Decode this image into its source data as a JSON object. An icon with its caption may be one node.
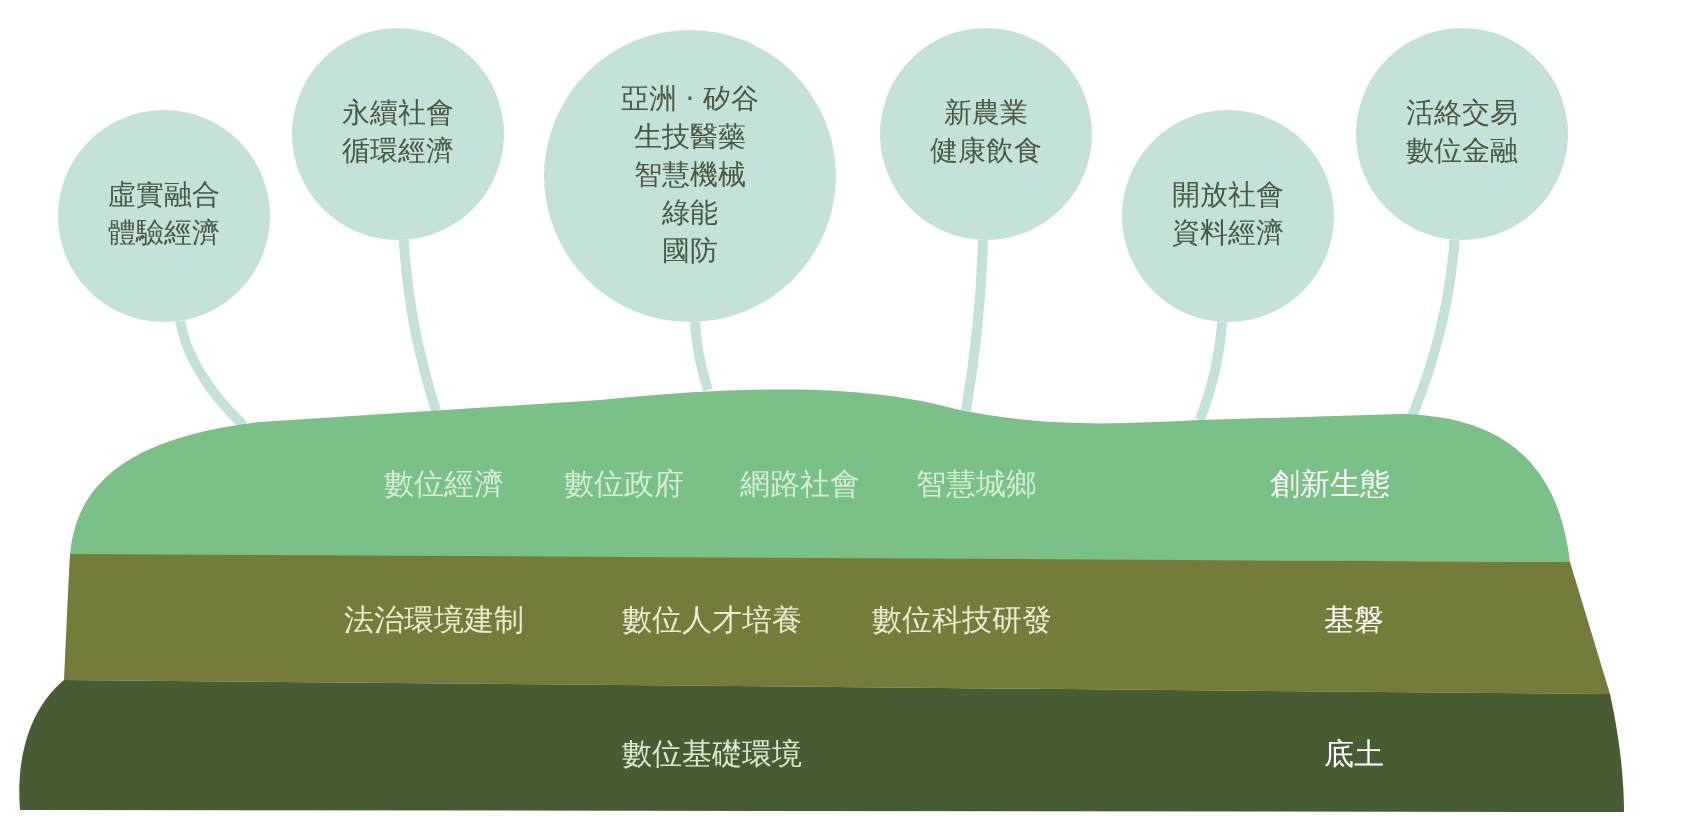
{
  "diagram": {
    "nodes": [
      {
        "text": [
          "虛實融合",
          "體驗經濟"
        ]
      },
      {
        "text": [
          "永續社會",
          "循環經濟"
        ]
      },
      {
        "text": [
          "亞洲 · 矽谷",
          "生技醫藥",
          "智慧機械",
          "綠能",
          "國防"
        ]
      },
      {
        "text": [
          "新農業",
          "健康飲食"
        ]
      },
      {
        "text": [
          "開放社會",
          "資料經濟"
        ]
      },
      {
        "text": [
          "活絡交易",
          "數位金融"
        ]
      },
      {
        "text": [
          "數位經濟",
          "數位政府",
          "網路社會",
          "智慧城鄉",
          "創新生態"
        ]
      },
      {
        "text": [
          "法治環境建制",
          "數位人才培養",
          "數位科技研發",
          "基磐"
        ]
      },
      {
        "text": [
          "數位基礎環境",
          "底土"
        ]
      }
    ],
    "edges": [
      {
        "from": 0,
        "to": 6,
        "arrow": "none"
      },
      {
        "from": 1,
        "to": 6,
        "arrow": "none"
      },
      {
        "from": 2,
        "to": 6,
        "arrow": "none"
      },
      {
        "from": 3,
        "to": 6,
        "arrow": "none"
      },
      {
        "from": 4,
        "to": 6,
        "arrow": "none"
      },
      {
        "from": 5,
        "to": 6,
        "arrow": "none"
      }
    ]
  }
}
